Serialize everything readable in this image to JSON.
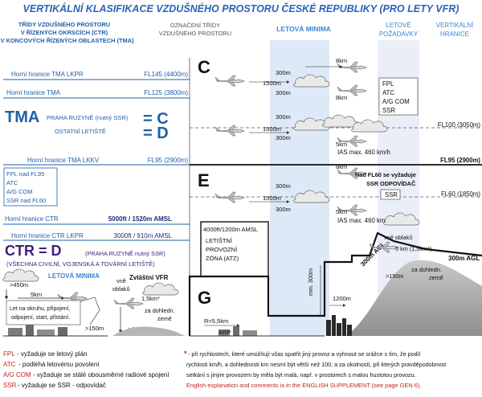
{
  "title": "VERTIKÁLNÍ KLASIFIKACE VZDUŠNÉHO PROSTORU ČESKÉ REPUBLIKY (PRO LETY VFR)",
  "headers": {
    "col1": [
      "TŘÍDY VZDUŠNÉHO PROSTORU",
      "V ŘÍZENÝCH OKRSCÍCH (CTR)",
      "A V KONCOVÝCH ŘÍZENÝCH OBLASTECH (TMA)"
    ],
    "col2": [
      "OZNAČENÍ TŘÍDY",
      "VZDUŠNÉHO PROSTORU"
    ],
    "col3": "LETOVÁ MINIMA",
    "col4": [
      "LETOVÉ",
      "POŽADAVKY"
    ],
    "col5": [
      "VERTIKÁLNÍ",
      "HRANICE"
    ]
  },
  "left": {
    "tma_lkpr_label": "Horní hranice TMA LKPR",
    "tma_lkpr_value": "FL145 (4400m)",
    "tma_label": "Horní hranice TMA",
    "tma_value": "FL125 (3800m)",
    "tma_big": "TMA",
    "tma_praha": "PRAHA RUZYNĚ (nutný SSR)",
    "tma_eq_c": "= C",
    "tma_ostatni": "OSTATNÍ LETIŠTĚ",
    "tma_eq_d": "= D",
    "tma_lkkv_label": "Horní hranice TMA LKKV",
    "tma_lkkv_value": "FL95 (2900m)",
    "box_fl95": [
      "FPL nad FL95",
      "ATC",
      "A/G COM",
      "SSR nad FL60"
    ],
    "ctr_label": "Horní hranice CTR",
    "ctr_value": "5000ft / 1520m AMSL",
    "ctr_lkpr_label": "Horní hranice CTR LKPR",
    "ctr_lkpr_value": "3000ft / 910m AMSL",
    "ctr_big": "CTR = D",
    "ctr_praha": "(PRAHA RUZYNĚ nutný SSR)",
    "ctr_all": "(VŠECHNA CIVILNÍ, VOJENSKÁ A TOVÁRNÍ LETIŠTĚ)",
    "ctr_minima_title": "LETOVÁ MINIMA",
    "ctr_450": ">450m",
    "ctr_5km": "5km",
    "ctr_let_text": [
      "Let na okruhu, připojení,",
      "odpojení, start, přistání."
    ],
    "ctr_150": ">150m",
    "special_vfr": "Zvláštní VFR",
    "vne_oblaku": [
      "vně",
      "oblaků"
    ],
    "special_vis": "1,5km*",
    "special_dohled": [
      "za dohledn.",
      "země"
    ],
    "special_150": ">150m"
  },
  "classes": {
    "c": "C",
    "e": "E",
    "g": "G"
  },
  "minima": {
    "c_8km": "8km",
    "c_300m_a": "300m",
    "c_1500m_a": "1500m",
    "c_300m_b": "300m",
    "c_300m_c": "300m",
    "c_1500m_b": "1500m",
    "c_300m_d": "300m",
    "c_5km": "5km",
    "c_ias": "IAS max. 460 km/h",
    "e_8km": "8km",
    "e_300m_a": "300m",
    "e_1500m": "1500m",
    "e_300m_b": "300m",
    "e_5km": "5km",
    "e_ias": "IAS max. 460 km/h",
    "fl60_note": [
      "Nad FL60 se vyžaduje",
      "SSR ODPOVÍDAČ"
    ],
    "ssr_box": "SSR",
    "atz_label": "4000ft/1200m AMSL",
    "atz_text": [
      "LETIŠTNÍ",
      "PROVOZNÍ",
      "ZÓNA (ATZ)"
    ],
    "g_r": "R=5,5km",
    "g_arp": "ARP",
    "g_min300": "min. 300m",
    "g_1200": "1200m",
    "g_300agl_a": "300m AGL",
    "g_vne": [
      "vně oblaků"
    ],
    "g_5km": "5 km (1,5km*)",
    "g_150": ">150m",
    "g_dohled": [
      "za dohledn.",
      "země"
    ],
    "g_300agl_b": "300m AGL"
  },
  "requirements_c": [
    "FPL",
    "ATC",
    "A/G COM",
    "SSR"
  ],
  "limits": {
    "fl100": "FL100 (3050m)",
    "fl95": "FL95 (2900m)",
    "fl60": "FL60 (1850m)"
  },
  "legend": {
    "fpl_key": "FPL",
    "fpl_text": "- vyžaduje se letový plán",
    "atc_key": "ATC",
    "atc_text": "- podléhá letovému povolení",
    "ag_key": "A/G COM",
    "ag_text": "- vyžaduje se stálé obousměrné radiové spojení",
    "ssr_key": "SSR",
    "ssr_text": "- vyžaduje se SSR - odpovídač"
  },
  "footnote": {
    "star": "*",
    "lines": [
      " - při rychlostech, které umožňují včas spatřit jiný provoz a vyhnout se srážce s tím, že podíl",
      "rychlosti km/h, a dohlednosti km nesmí být větší než 100; a za okolností, při kterých pravděpodobnost",
      "setkání s jiným provozem by měla   být malá, např. v prostorech s malou hustotou provozu."
    ],
    "english": [
      "English explanation and comments is in the ENGLISH SUPPLEMENT (see page GEN 6)."
    ]
  },
  "colors": {
    "title": "#2a63b8",
    "accent_blue": "#1f5fa8",
    "navy": "#1b2f7a",
    "red": "#c2261c",
    "minima_band": "#dde9f6",
    "terrain": "#a4a4a4"
  }
}
